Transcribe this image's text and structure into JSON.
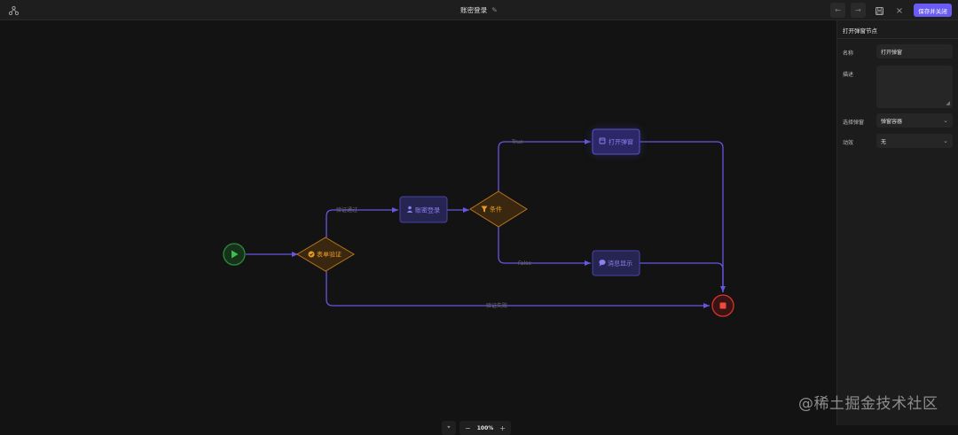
{
  "header": {
    "title": "账密登录",
    "save_close_label": "保存并关闭"
  },
  "panel": {
    "title": "打开弹窗节点",
    "fields": [
      {
        "label": "名称",
        "value": "打开弹窗"
      },
      {
        "label": "描述",
        "value": ""
      },
      {
        "label": "选择弹窗",
        "value": "弹窗容器"
      },
      {
        "label": "动效",
        "value": "无"
      }
    ]
  },
  "flow": {
    "nodes": {
      "form_check": "表单验证",
      "login": "账密登录",
      "condition": "条件",
      "open_dialog": "打开弹窗",
      "message": "消息显示"
    },
    "edges": {
      "check_pass": "验证通过",
      "check_fail": "验证失败",
      "true": "True",
      "false": "False"
    }
  },
  "zoom": {
    "level": "100%",
    "minus": "−",
    "plus": "+"
  },
  "watermark": "@稀土掘金技术社区",
  "colors": {
    "accent": "#6a5cf2",
    "edge": "#6656e0",
    "start": "#2e8b3a",
    "end": "#d9342b",
    "decision": "#d98a1c"
  }
}
